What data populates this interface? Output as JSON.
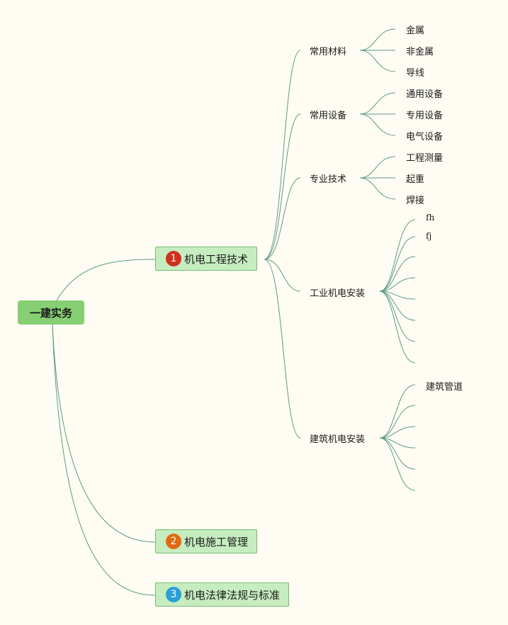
{
  "root": {
    "label": "一建实务"
  },
  "branches": [
    {
      "number": "1",
      "label": "机电工程技术",
      "badge_color": "#d0301f",
      "children": [
        {
          "label": "常用材料",
          "children": [
            "金属",
            "非金属",
            "导线"
          ]
        },
        {
          "label": "常用设备",
          "children": [
            "通用设备",
            "专用设备",
            "电气设备"
          ]
        },
        {
          "label": "专业技术",
          "children": [
            "工程测量",
            "起重",
            "焊接"
          ]
        },
        {
          "label": "工业机电安装",
          "children": [
            "fh",
            "fj",
            "",
            "",
            "",
            "",
            "",
            ""
          ]
        },
        {
          "label": "建筑机电安装",
          "children": [
            "建筑管道",
            "",
            "",
            "",
            "",
            ""
          ]
        }
      ]
    },
    {
      "number": "2",
      "label": "机电施工管理",
      "badge_color": "#e06a10",
      "children": []
    },
    {
      "number": "3",
      "label": "机电法律法规与标准",
      "badge_color": "#2a9fd8",
      "children": []
    }
  ],
  "colors": {
    "background": "#fefcf3",
    "root_fill": "#86cf72",
    "branch_fill": "#c6edc0",
    "connector": "#5e9b84"
  }
}
